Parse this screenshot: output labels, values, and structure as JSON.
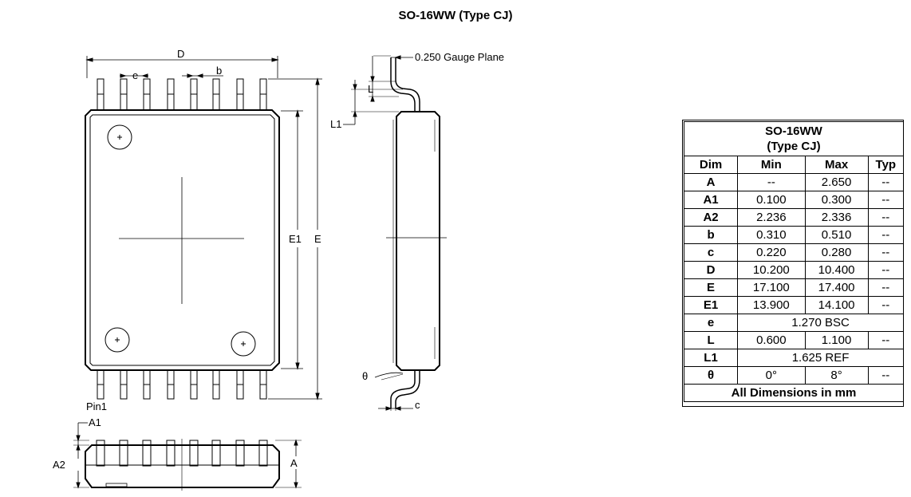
{
  "title": "SO-16WW (Type CJ)",
  "labels": {
    "D": "D",
    "e": "e",
    "b": "b",
    "E1": "E1",
    "E": "E",
    "gauge": "0.250 Gauge Plane",
    "L": "L",
    "L1": "L1",
    "theta": "θ",
    "c": "c",
    "pin1": "Pin1",
    "A1": "A1",
    "A2": "A2",
    "A": "A"
  },
  "table": {
    "title_line1": "SO-16WW",
    "title_line2": "(Type CJ)",
    "headers": [
      "Dim",
      "Min",
      "Max",
      "Typ"
    ],
    "rows": [
      {
        "dim": "A",
        "min": "--",
        "max": "2.650",
        "typ": "--"
      },
      {
        "dim": "A1",
        "min": "0.100",
        "max": "0.300",
        "typ": "--"
      },
      {
        "dim": "A2",
        "min": "2.236",
        "max": "2.336",
        "typ": "--"
      },
      {
        "dim": "b",
        "min": "0.310",
        "max": "0.510",
        "typ": "--"
      },
      {
        "dim": "c",
        "min": "0.220",
        "max": "0.280",
        "typ": "--"
      },
      {
        "dim": "D",
        "min": "10.200",
        "max": "10.400",
        "typ": "--"
      },
      {
        "dim": "E",
        "min": "17.100",
        "max": "17.400",
        "typ": "--"
      },
      {
        "dim": "E1",
        "min": "13.900",
        "max": "14.100",
        "typ": "--"
      },
      {
        "dim": "e",
        "span": "1.270  BSC"
      },
      {
        "dim": "L",
        "min": "0.600",
        "max": "1.100",
        "typ": "--"
      },
      {
        "dim": "L1",
        "span": "1.625 REF"
      },
      {
        "dim": "θ",
        "min": "0°",
        "max": "8°",
        "typ": "--"
      }
    ],
    "footer": "All Dimensions in mm"
  }
}
